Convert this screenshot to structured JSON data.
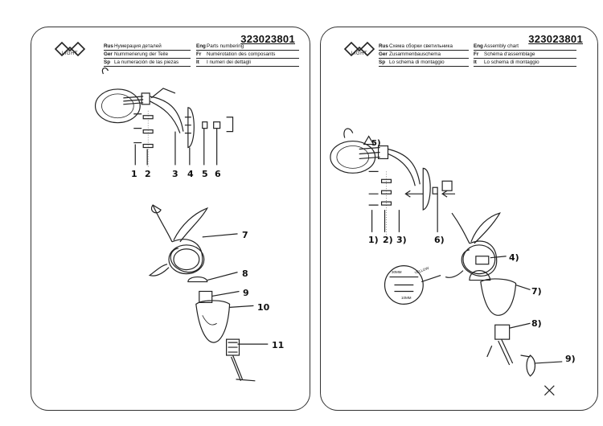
{
  "left_page": {
    "logo_text": "LIGHT",
    "doc_number": "323023801",
    "headers": [
      {
        "code": "Rus",
        "text": "Нумерация деталей"
      },
      {
        "code": "Ger",
        "text": "Nummerierung der Teile"
      },
      {
        "code": "Sp",
        "text": "La numeración de las piezas"
      },
      {
        "code": "Eng",
        "text": "Parts numbering"
      },
      {
        "code": "Fr",
        "text": "Numérotation des composants"
      },
      {
        "code": "It",
        "text": "I numeri dei dettagli"
      }
    ],
    "part_numbers": [
      "1",
      "2",
      "3",
      "4",
      "5",
      "6",
      "7",
      "8",
      "9",
      "10",
      "11"
    ]
  },
  "right_page": {
    "logo_text": "LIGHT",
    "doc_number": "323023801",
    "headers": [
      {
        "code": "Rus",
        "text": "Схема сборки светильника"
      },
      {
        "code": "Ger",
        "text": "Zusammenbauschema"
      },
      {
        "code": "Sp",
        "text": "Lo schema di montaggio"
      },
      {
        "code": "Eng",
        "text": "Assembly chart"
      },
      {
        "code": "Fr",
        "text": "Schéma d'assemblage"
      },
      {
        "code": "It",
        "text": "Lo schema di montaggio"
      }
    ],
    "step_labels": [
      "5)",
      "1)",
      "2)",
      "3)",
      "6)",
      "4)",
      "7)",
      "8)",
      "9)"
    ],
    "detail_labels": {
      "dim1": "30MM",
      "dim2": "10MM",
      "wire": "YELLOW"
    }
  }
}
